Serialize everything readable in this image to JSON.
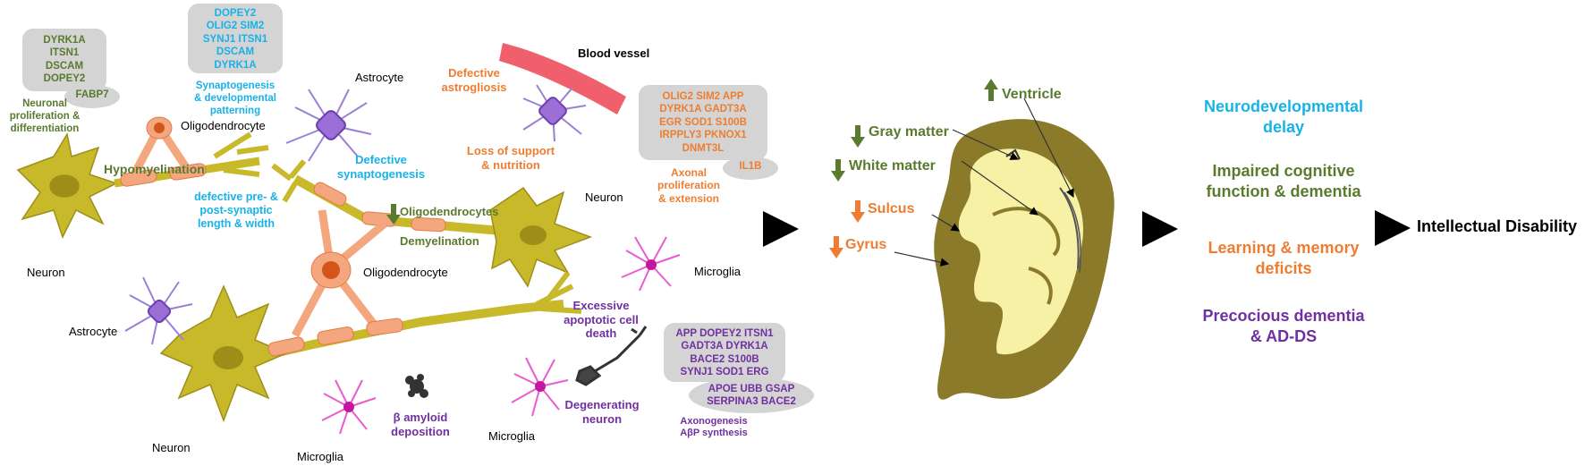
{
  "colors": {
    "green": "#5a7b2e",
    "blue": "#18b2e8",
    "orange": "#ee7d32",
    "purple": "#7030a0",
    "neuron": "#c8b92a",
    "oligo": "#f4a77e",
    "astrocyte": "#9b7fd6",
    "microglia": "#ea5bd0",
    "vessel": "#f0606c",
    "gene_box": "#d4d4d4",
    "brain_outer": "#8a7a2a",
    "brain_inner": "#f7f1a6"
  },
  "cell_labels": {
    "neuron_left": "Neuron",
    "oligodendrocyte_top": "Oligodendrocyte",
    "astrocyte_top": "Astrocyte",
    "blood_vessel": "Blood vessel",
    "neuron_right": "Neuron",
    "oligodendrocyte_mid": "Oligodendrocyte",
    "astrocyte_left": "Astrocyte",
    "microglia_right": "Microglia",
    "neuron_bottom": "Neuron",
    "microglia_bottom": "Microglia",
    "microglia_mid": "Microglia"
  },
  "gene_boxes": {
    "box1": [
      "DYRK1A",
      "ITSN1",
      "DSCAM",
      "DOPEY2"
    ],
    "box1_oval": "FABP7",
    "box2": [
      "DOPEY2",
      "OLIG2  SIM2",
      "SYNJ1  ITSN1",
      "DSCAM",
      "DYRK1A"
    ],
    "box3": [
      "OLIG2  SIM2 APP",
      "DYRK1A  GADT3A",
      "EGR SOD1 S100B",
      "IRPPLY3  PKNOX1",
      "DNMT3L"
    ],
    "box3_oval": "IL1B",
    "box4": [
      "APP  DOPEY2  ITSN1",
      "GADT3A  DYRK1A",
      "BACE2  S100B",
      "SYNJ1  SOD1  ERG"
    ],
    "box4_oval": [
      "APOE  UBB GSAP",
      "SERPINA3 BACE2"
    ]
  },
  "annotations": {
    "neuronal_prolif": [
      "Neuronal",
      "proliferation &",
      "differentiation"
    ],
    "synaptogenesis": [
      "Synaptogenesis",
      "& developmental",
      "patterning"
    ],
    "hypomyelination": "Hypomyelination",
    "defective_synaptogenesis": [
      "Defective",
      "synaptogenesis"
    ],
    "defective_prepost": [
      "defective pre- &",
      "post-synaptic",
      "length & width"
    ],
    "defective_astrogliosis": [
      "Defective",
      "astrogliosis"
    ],
    "loss_support": [
      "Loss of support",
      "& nutrition"
    ],
    "axonal_prolif": [
      "Axonal",
      "proliferation",
      "& extension"
    ],
    "oligodendrocytes": "Oligodendrocytes",
    "demyelination": "Demyelination",
    "excessive_apoptotic": [
      "Excessive",
      "apoptotic cell",
      "death"
    ],
    "degenerating": [
      "Degenerating",
      "neuron"
    ],
    "beta_amyloid": [
      "β amyloid",
      "deposition"
    ],
    "axonogenesis": [
      "Axonogenesis",
      "AβP synthesis"
    ]
  },
  "brain_labels": {
    "ventricle": "Ventricle",
    "gray_matter": "Gray matter",
    "white_matter": "White matter",
    "sulcus": "Sulcus",
    "gyrus": "Gyrus"
  },
  "outcomes": {
    "neurodevelopmental": [
      "Neurodevelopmental",
      "delay"
    ],
    "impaired": [
      "Impaired cognitive",
      "function & dementia"
    ],
    "learning": [
      "Learning & memory",
      "deficits"
    ],
    "precocious": [
      "Precocious dementia",
      "& AD-DS"
    ]
  },
  "final": "Intellectual Disability"
}
